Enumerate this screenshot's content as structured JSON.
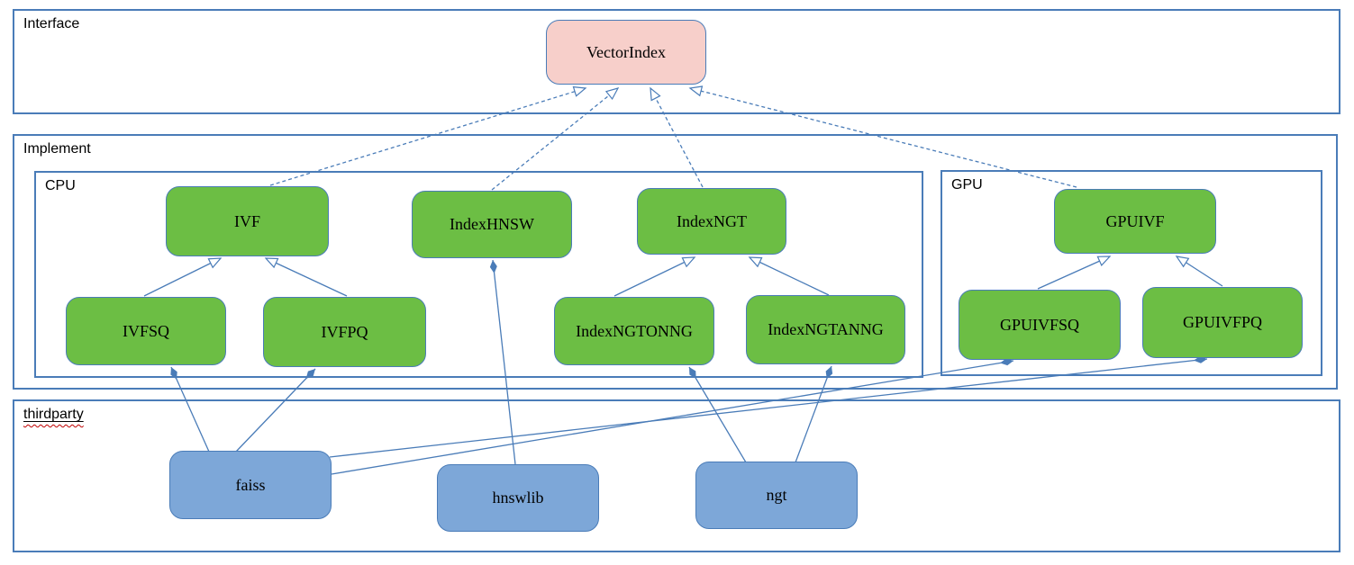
{
  "groups": {
    "interface": {
      "label": "Interface"
    },
    "implement": {
      "label": "Implement"
    },
    "cpu": {
      "label": "CPU"
    },
    "gpu": {
      "label": "GPU"
    },
    "thirdparty": {
      "label": "thirdparty"
    }
  },
  "nodes": {
    "vectorindex": {
      "label": "VectorIndex",
      "kind": "interface"
    },
    "ivf": {
      "label": "IVF",
      "kind": "class"
    },
    "indexhnsw": {
      "label": "IndexHNSW",
      "kind": "class"
    },
    "indexngt": {
      "label": "IndexNGT",
      "kind": "class"
    },
    "ivfsq": {
      "label": "IVFSQ",
      "kind": "class"
    },
    "ivfpq": {
      "label": "IVFPQ",
      "kind": "class"
    },
    "indexngtonng": {
      "label": "IndexNGTONNG",
      "kind": "class"
    },
    "indexngtanng": {
      "label": "IndexNGTANNG",
      "kind": "class"
    },
    "gpuivf": {
      "label": "GPUIVF",
      "kind": "class"
    },
    "gpuivfsq": {
      "label": "GPUIVFSQ",
      "kind": "class"
    },
    "gpuivfpq": {
      "label": "GPUIVFPQ",
      "kind": "class"
    },
    "faiss": {
      "label": "faiss",
      "kind": "library"
    },
    "hnswlib": {
      "label": "hnswlib",
      "kind": "library"
    },
    "ngt": {
      "label": "ngt",
      "kind": "library"
    }
  },
  "edges": [
    {
      "from": "IVF",
      "to": "VectorIndex",
      "type": "realization-dashed-hollow-arrow"
    },
    {
      "from": "IndexHNSW",
      "to": "VectorIndex",
      "type": "realization-dashed-hollow-arrow"
    },
    {
      "from": "IndexNGT",
      "to": "VectorIndex",
      "type": "realization-dashed-hollow-arrow"
    },
    {
      "from": "GPUIVF",
      "to": "VectorIndex",
      "type": "realization-dashed-hollow-arrow"
    },
    {
      "from": "IVFSQ",
      "to": "IVF",
      "type": "generalization-hollow-arrow"
    },
    {
      "from": "IVFPQ",
      "to": "IVF",
      "type": "generalization-hollow-arrow"
    },
    {
      "from": "IndexNGTONNG",
      "to": "IndexNGT",
      "type": "generalization-hollow-arrow"
    },
    {
      "from": "IndexNGTANNG",
      "to": "IndexNGT",
      "type": "generalization-hollow-arrow"
    },
    {
      "from": "GPUIVFSQ",
      "to": "GPUIVF",
      "type": "generalization-hollow-arrow"
    },
    {
      "from": "GPUIVFPQ",
      "to": "GPUIVF",
      "type": "generalization-hollow-arrow"
    },
    {
      "from": "faiss",
      "to": "IVFSQ",
      "type": "composition-filled-diamond"
    },
    {
      "from": "faiss",
      "to": "IVFPQ",
      "type": "composition-filled-diamond"
    },
    {
      "from": "faiss",
      "to": "GPUIVFSQ",
      "type": "composition-filled-diamond"
    },
    {
      "from": "faiss",
      "to": "GPUIVFPQ",
      "type": "composition-filled-diamond"
    },
    {
      "from": "hnswlib",
      "to": "IndexHNSW",
      "type": "composition-filled-diamond"
    },
    {
      "from": "ngt",
      "to": "IndexNGTONNG",
      "type": "composition-filled-diamond"
    },
    {
      "from": "ngt",
      "to": "IndexNGTANNG",
      "type": "composition-filled-diamond"
    }
  ],
  "colors": {
    "interface_fill": "#f7cfca",
    "class_fill": "#6cbe44",
    "library_fill": "#7da7d8",
    "line": "#4a7cb8",
    "container_border": "#4a7cb8",
    "text": "#000000",
    "spell_underline": "#c00000"
  }
}
